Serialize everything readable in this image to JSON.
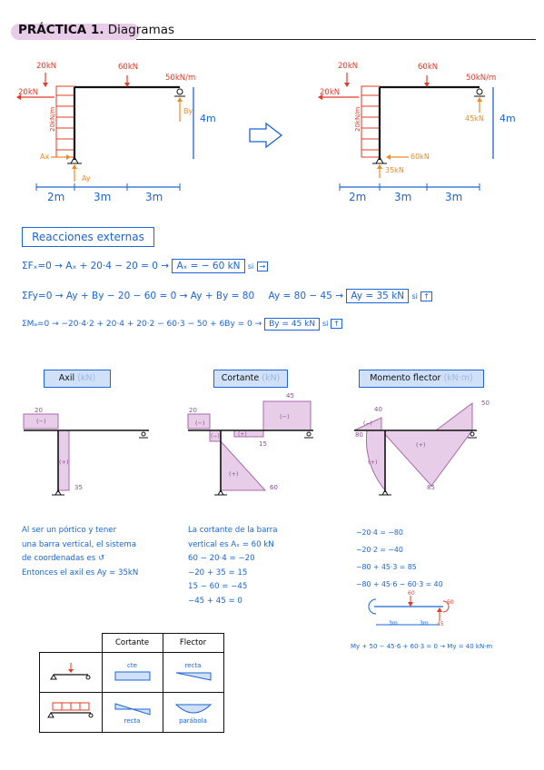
{
  "header": {
    "title_bold": "PRÁCTICA 1.",
    "title_rest": "Diagramas"
  },
  "frame": {
    "load_left_top": "20kN",
    "load_left_side": "20kN",
    "load_mid": "60kN",
    "moment_right": "50kN/m",
    "dist_load": "20kN/m",
    "height": "4m",
    "ax": "Ax",
    "ay": "Ay",
    "by": "By",
    "spans": [
      "2m",
      "3m",
      "3m"
    ],
    "react_b": "45kN",
    "react_ax": "60kN",
    "react_ay": "35kN"
  },
  "reactions": {
    "section_title": "Reacciones externas",
    "eq1_a": "ΣFₓ=0 → Aₓ + 20·4 − 20 = 0 →",
    "eq1_box": "Aₓ = − 60 kN",
    "eq1_si": "si",
    "eq2_a": "ΣFy=0 → Ay + By − 20 − 60 = 0 →   Ay + By = 80",
    "eq2_b": "Ay = 80 − 45 →",
    "eq2_box": "Ay = 35 kN",
    "eq2_si": "si",
    "eq3_a": "ΣMₐ=0 → −20·4·2 + 20·4 + 20·2 − 60·3 − 50 + 6By = 0 →",
    "eq3_box": "By = 45 kN",
    "eq3_si": "si"
  },
  "diagrams": {
    "axil_title": "Axil",
    "axil_unit": "(kN)",
    "cortante_title": "Cortante",
    "cortante_unit": "(kN)",
    "momento_title": "Momento flector",
    "momento_unit": "(kN·m)",
    "axil_vals": [
      "20",
      "(−)",
      "(+)",
      "35"
    ],
    "cortante_vals": [
      "45",
      "20",
      "(−)",
      "(+)",
      "(−)",
      "15",
      "(−)",
      "(+)",
      "60"
    ],
    "momento_vals": [
      "40",
      "50",
      "80",
      "(−)",
      "(+)",
      "(+)",
      "85"
    ]
  },
  "notes": {
    "axil": [
      "Al ser un pórtico y tener",
      "una barra vertical, el sistema",
      "de coordenadas es ↺",
      "Entonces el axil es Ay = 35kN"
    ],
    "cortante": [
      "La cortante de la barra",
      "vertical es Aₓ = 60 kN",
      "60 − 20·4 = −20",
      "−20 + 35 = 15",
      "15 − 60 = −45",
      "−45 + 45 = 0"
    ],
    "momento": [
      "−20·4 = −80",
      "−20·2 = −40",
      "−80 + 45·3 = 85",
      "−80 + 45·6 − 60·3 = 40"
    ],
    "mini_beam": {
      "load": "60",
      "moment": "50",
      "react": "45",
      "span1": "3m",
      "span2": "3m"
    },
    "momento_final": "My + 50 − 45·6 + 60·3 = 0 → My = 40 kN·m"
  },
  "summary_table": {
    "col_cortante": "Cortante",
    "col_flector": "Flector",
    "row1_cortante_top": "cte",
    "row1_flector_top": "recta",
    "row2_cortante_bottom": "recta",
    "row2_flector_bottom": "parábola"
  }
}
